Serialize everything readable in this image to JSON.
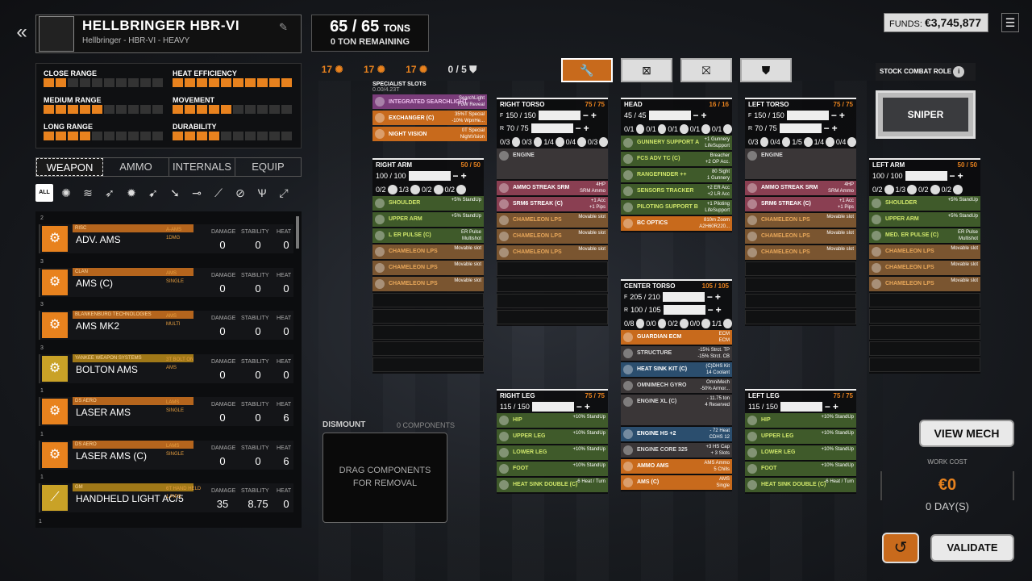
{
  "mech": {
    "name": "HELLBRINGER HBR-VI",
    "sub": "Hellbringer - HBR-VI - HEAVY"
  },
  "tonnage": {
    "current": "65",
    "max": "65",
    "unit": "TONS",
    "remaining": "0 TON REMAINING"
  },
  "funds": {
    "label": "FUNDS:",
    "value": "€3,745,877"
  },
  "stats": [
    {
      "label": "CLOSE RANGE",
      "level": 0.2
    },
    {
      "label": "HEAT EFFICIENCY",
      "level": 1.0
    },
    {
      "label": "MEDIUM RANGE",
      "level": 0.5
    },
    {
      "label": "MOVEMENT",
      "level": 0.5
    },
    {
      "label": "LONG RANGE",
      "level": 0.4
    },
    {
      "label": "DURABILITY",
      "level": 0.4
    }
  ],
  "tabs": [
    "WEAPON",
    "AMMO",
    "INTERNALS",
    "EQUIP"
  ],
  "filter_all": "ALL",
  "list_headers": {
    "damage": "DAMAGE",
    "stability": "STABILITY",
    "heat": "HEAT"
  },
  "items": [
    {
      "qty": "2",
      "mfr": "RISC",
      "name": "ADV. AMS",
      "tag": "A-AMS\n1DMG",
      "damage": "0",
      "stability": "0",
      "heat": "0"
    },
    {
      "qty": "3",
      "mfr": "CLAN",
      "name": "AMS (C)",
      "tag": "AMS\nSINGLE",
      "damage": "0",
      "stability": "0",
      "heat": "0"
    },
    {
      "qty": "3",
      "mfr": "BLANKENBURG TECHNOLOGIES",
      "name": "AMS MK2",
      "tag": "AMS\nMULTI",
      "damage": "0",
      "stability": "0",
      "heat": "0"
    },
    {
      "qty": "3",
      "mfr": "YANKEE WEAPON SYSTEMS",
      "name": "BOLTON AMS",
      "tag": "3T BOLT ON\nAMS",
      "damage": "0",
      "stability": "0",
      "heat": "0"
    },
    {
      "qty": "1",
      "mfr": "DS AERO",
      "name": "LASER AMS",
      "tag": "LAMS\nSINGLE",
      "damage": "0",
      "stability": "0",
      "heat": "6"
    },
    {
      "qty": "1",
      "mfr": "DS AERO",
      "name": "LASER AMS (C)",
      "tag": "LAMS\nSINGLE",
      "damage": "0",
      "stability": "0",
      "heat": "6"
    },
    {
      "qty": "1",
      "mfr": "GM",
      "name": "HANDHELD LIGHT AC/5",
      "tag": "6T HAND HELD\n1 PIPS",
      "damage": "35",
      "stability": "8.75",
      "heat": "0"
    }
  ],
  "last_qty": "1",
  "pips": [
    "17",
    "17",
    "17",
    "0 / 5"
  ],
  "specialist": {
    "title": "SPECIALIST SLOTS",
    "sub": "0.00/4.23T",
    "slots": [
      {
        "name": "INTEGRATED SEARCHLIGHT",
        "desc": "SearchLight\nFoW Reveal"
      },
      {
        "name": "EXCHANGER (C)",
        "desc": "35%T Special\n-10% WpnHe..."
      },
      {
        "name": "NIGHT VISION",
        "desc": "0T Special\nNightVision"
      }
    ]
  },
  "parts": {
    "right_arm": {
      "title": "RIGHT ARM",
      "struct": "50 / 50",
      "armor": "100 / 100",
      "crits": [
        "0/2",
        "1/3",
        "0/2",
        "0/2"
      ],
      "slots": [
        {
          "n": "SHOULDER",
          "d": "+5% StandUp",
          "c": "green"
        },
        {
          "n": "UPPER ARM",
          "d": "+5% StandUp",
          "c": "green"
        },
        {
          "n": "L ER PULSE (C)",
          "d": "ER Pulse\nMultishot",
          "c": "green"
        },
        {
          "n": "CHAMELEON LPS",
          "d": "Movable slot",
          "c": "lp"
        },
        {
          "n": "CHAMELEON LPS",
          "d": "Movable slot",
          "c": "lp"
        },
        {
          "n": "CHAMELEON LPS",
          "d": "Movable slot",
          "c": "lp"
        }
      ]
    },
    "right_torso": {
      "title": "RIGHT TORSO",
      "struct": "75 / 75",
      "front": "150 / 150",
      "rear": "70 / 75",
      "crits": [
        "0/3",
        "0/3",
        "1/4",
        "0/4",
        "0/3"
      ],
      "slots": [
        {
          "n": "ENGINE",
          "d": "",
          "c": "gray"
        },
        {
          "n": "AMMO STREAK SRM",
          "d": "4HP\nSRM Ammo",
          "c": "pink"
        },
        {
          "n": "SRM6 STREAK (C)",
          "d": "+1 Acc\n+1 Pips",
          "c": "pink"
        },
        {
          "n": "CHAMELEON LPS",
          "d": "Movable slot",
          "c": "lp"
        },
        {
          "n": "CHAMELEON LPS",
          "d": "Movable slot",
          "c": "lp"
        },
        {
          "n": "CHAMELEON LPS",
          "d": "Movable slot",
          "c": "lp"
        }
      ]
    },
    "head": {
      "title": "HEAD",
      "struct": "16 / 16",
      "armor": "45 / 45",
      "crits": [
        "0/1",
        "0/1",
        "0/1",
        "0/1",
        "0/1"
      ],
      "slots": [
        {
          "n": "GUNNERY SUPPORT A",
          "d": "+1 Gunnery\nLifeSupport",
          "c": "green"
        },
        {
          "n": "FCS ADV TC (C)",
          "d": "Breacher\n+2 OP Acc.",
          "c": "green"
        },
        {
          "n": "RANGEFINDER ++",
          "d": "80 Sight\n1 Gunnery",
          "c": "green"
        },
        {
          "n": "SENSORS TRACKER",
          "d": "+2 ER Acc\n+2 LR Acc",
          "c": "green"
        },
        {
          "n": "PILOTING SUPPORT B",
          "d": "+1 Piloting\nLifeSupport",
          "c": "green"
        },
        {
          "n": "BC OPTICS",
          "d": "810m Zoom\nA2H60R220...",
          "c": "orange"
        }
      ]
    },
    "left_torso": {
      "title": "LEFT TORSO",
      "struct": "75 / 75",
      "front": "150 / 150",
      "rear": "70 / 75",
      "crits": [
        "0/3",
        "0/4",
        "1/5",
        "1/4",
        "0/4"
      ],
      "slots": [
        {
          "n": "ENGINE",
          "d": "",
          "c": "gray"
        },
        {
          "n": "AMMO STREAK SRM",
          "d": "4HP\nSRM Ammo",
          "c": "pink"
        },
        {
          "n": "SRM6 STREAK (C)",
          "d": "+1 Acc\n+1 Pips",
          "c": "pink"
        },
        {
          "n": "CHAMELEON LPS",
          "d": "Movable slot",
          "c": "lp"
        },
        {
          "n": "CHAMELEON LPS",
          "d": "Movable slot",
          "c": "lp"
        },
        {
          "n": "CHAMELEON LPS",
          "d": "Movable slot",
          "c": "lp"
        }
      ]
    },
    "left_arm": {
      "title": "LEFT ARM",
      "struct": "50 / 50",
      "armor": "100 / 100",
      "crits": [
        "0/2",
        "1/3",
        "0/2",
        "0/2"
      ],
      "slots": [
        {
          "n": "SHOULDER",
          "d": "+5% StandUp",
          "c": "green"
        },
        {
          "n": "UPPER ARM",
          "d": "+5% StandUp",
          "c": "green"
        },
        {
          "n": "MED. ER PULSE (C)",
          "d": "ER Pulse\nMultishot",
          "c": "green"
        },
        {
          "n": "CHAMELEON LPS",
          "d": "Movable slot",
          "c": "lp"
        },
        {
          "n": "CHAMELEON LPS",
          "d": "Movable slot",
          "c": "lp"
        },
        {
          "n": "CHAMELEON LPS",
          "d": "Movable slot",
          "c": "lp"
        }
      ]
    },
    "center_torso": {
      "title": "CENTER TORSO",
      "struct": "105 / 105",
      "front": "205 / 210",
      "rear": "100 / 105",
      "crits": [
        "0/8",
        "0/0",
        "0/2",
        "0/0",
        "1/1"
      ],
      "slots": [
        {
          "n": "GUARDIAN ECM",
          "d": "ECM\nECM",
          "c": "orange"
        },
        {
          "n": "STRUCTURE",
          "d": "-15% Strct. TP\n-15% Strct. CB",
          "c": "gray"
        },
        {
          "n": "HEAT SINK KIT (C)",
          "d": "(C)DHS Kit\n14 Coolant",
          "c": "blue"
        },
        {
          "n": "OMNIMECH GYRO",
          "d": "OmniMech\n-50% Armor...",
          "c": "gray"
        },
        {
          "n": "ENGINE XL (C)",
          "d": "- 11.75 ton\n4 Reserved",
          "c": "gray"
        },
        {
          "n": "ENGINE HS +2",
          "d": "- 72 Heat\nCDHS 12",
          "c": "blue"
        },
        {
          "n": "ENGINE CORE 325",
          "d": "+3 HS Cap\n+ 3 Slots",
          "c": "gray"
        },
        {
          "n": "AMMO AMS",
          "d": "AMS Ammo\n5 Chills",
          "c": "orange"
        },
        {
          "n": "AMS (C)",
          "d": "AMS\nSingle",
          "c": "orange"
        }
      ]
    },
    "right_leg": {
      "title": "RIGHT LEG",
      "struct": "75 / 75",
      "armor": "115 / 150",
      "slots": [
        {
          "n": "HIP",
          "d": "+10% StandUp",
          "c": "green"
        },
        {
          "n": "UPPER LEG",
          "d": "+10% StandUp",
          "c": "green"
        },
        {
          "n": "LOWER LEG",
          "d": "+10% StandUp",
          "c": "green"
        },
        {
          "n": "FOOT",
          "d": "+10% StandUp",
          "c": "green"
        },
        {
          "n": "HEAT SINK DOUBLE (C)",
          "d": "-6 Heat / Turn",
          "c": "green"
        }
      ]
    },
    "left_leg": {
      "title": "LEFT LEG",
      "struct": "75 / 75",
      "armor": "115 / 150",
      "slots": [
        {
          "n": "HIP",
          "d": "+10% StandUp",
          "c": "green"
        },
        {
          "n": "UPPER LEG",
          "d": "+10% StandUp",
          "c": "green"
        },
        {
          "n": "LOWER LEG",
          "d": "+10% StandUp",
          "c": "green"
        },
        {
          "n": "FOOT",
          "d": "+10% StandUp",
          "c": "green"
        },
        {
          "n": "HEAT SINK DOUBLE (C)",
          "d": "-6 Heat / Turn",
          "c": "green"
        }
      ]
    }
  },
  "role": {
    "label": "STOCK COMBAT ROLE",
    "value": "SNIPER"
  },
  "dismount": {
    "label": "DISMOUNT",
    "count": "0 COMPONENTS",
    "hint": "DRAG COMPONENTS\nFOR REMOVAL"
  },
  "view_mech": "VIEW MECH",
  "work_cost": {
    "label": "WORK COST",
    "value": "€0",
    "days": "0 DAY(S)"
  },
  "validate": "VALIDATE",
  "colors": {
    "accent": "#e8821e",
    "green_slot": "#3f5a2a",
    "pink_slot": "#8a3f52"
  }
}
